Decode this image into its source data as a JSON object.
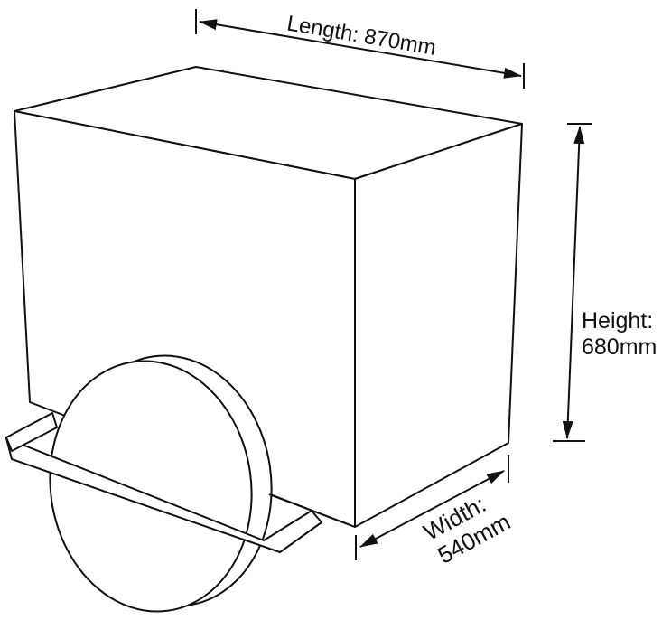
{
  "diagram": {
    "description": "3D line drawing of a box trolley (crate with one wheel and axle bracket) annotated with overall dimensions",
    "background_color": "#ffffff",
    "stroke_color": "#111111",
    "dimensions": {
      "length": {
        "label": "Length: 870mm",
        "value_mm": 870
      },
      "height": {
        "label_line1": "Height:",
        "label_line2": "680mm",
        "value_mm": 680
      },
      "width": {
        "label_line1": "Width:",
        "label_line2": "540mm",
        "value_mm": 540
      }
    }
  }
}
